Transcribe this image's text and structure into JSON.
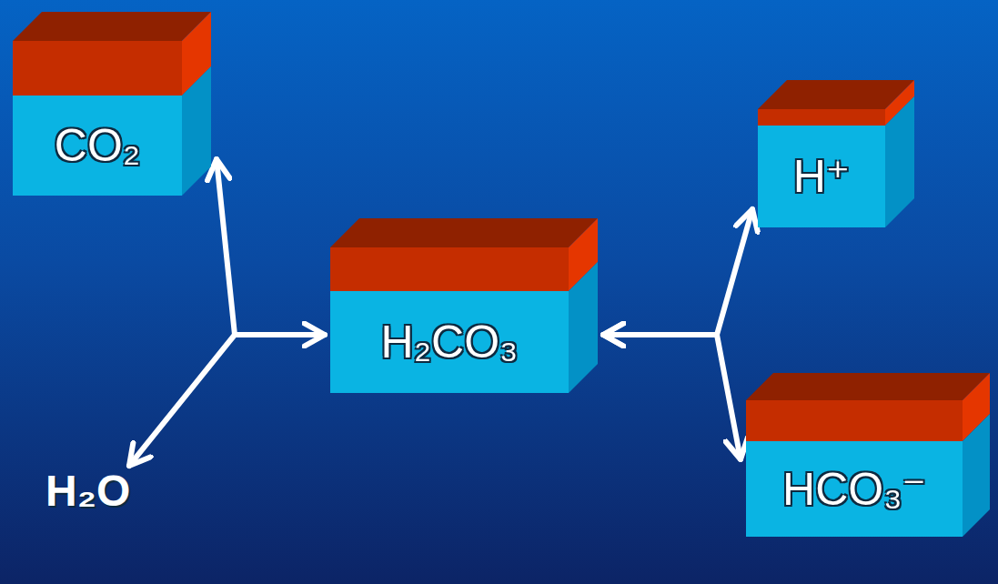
{
  "diagram": {
    "nodes": [
      {
        "text": [
          "CO₂"
        ]
      },
      {
        "text": [
          "H₂CO₃"
        ]
      },
      {
        "text": [
          "H⁺"
        ]
      },
      {
        "text": [
          "HCO₃⁻"
        ]
      }
    ],
    "edges": [
      {
        "from": 0,
        "to": 1,
        "arrow": "both"
      },
      {
        "from": 1,
        "to": 2,
        "arrow": "both"
      },
      {
        "from": 1,
        "to": 3,
        "arrow": "both"
      }
    ],
    "labels": [
      "H₂O"
    ]
  }
}
